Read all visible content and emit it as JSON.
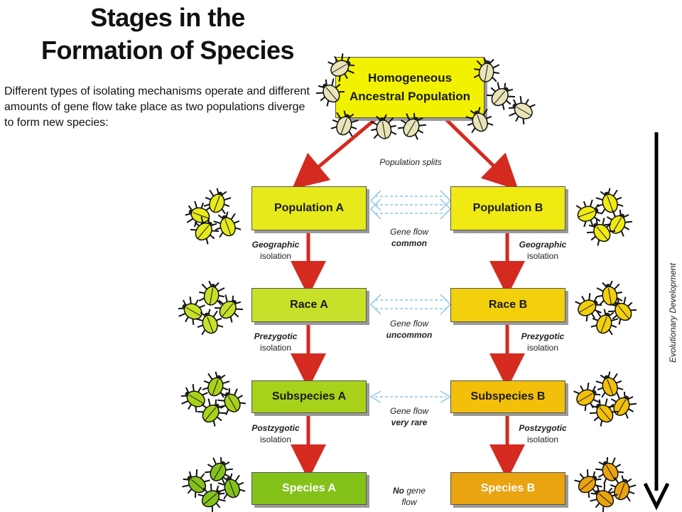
{
  "title": {
    "line1": "Stages in the",
    "line2": "Formation of Species"
  },
  "intro": "Different types of isolating mechanisms operate and different amounts of gene flow take place as two populations diverge to form new species:",
  "root": {
    "line1": "Homogeneous",
    "line2": "Ancestral Population",
    "color": "#f2f200"
  },
  "split_label": "Population splits",
  "left": {
    "population": {
      "label": "Population A",
      "color": "#e6ea1a"
    },
    "race": {
      "label": "Race A",
      "color": "#c9e02a"
    },
    "subspecies": {
      "label": "Subspecies A",
      "color": "#a8d21a"
    },
    "species": {
      "label": "Species A",
      "color": "#84c21a"
    }
  },
  "right": {
    "population": {
      "label": "Population B",
      "color": "#f0ea12"
    },
    "race": {
      "label": "Race B",
      "color": "#f2d00c"
    },
    "subspecies": {
      "label": "Subspecies B",
      "color": "#f2c00a"
    },
    "species": {
      "label": "Species B",
      "color": "#e9a410"
    }
  },
  "isolation": {
    "geographic": {
      "word": "Geographic",
      "suffix": "isolation"
    },
    "prezygotic": {
      "word": "Prezygotic",
      "suffix": "isolation"
    },
    "postzygotic": {
      "word": "Postzygotic",
      "suffix": "isolation"
    }
  },
  "gene_flow": {
    "common": {
      "line1": "Gene flow",
      "line2": "common"
    },
    "uncommon": {
      "line1": "Gene flow",
      "line2": "uncommon"
    },
    "very_rare": {
      "line1": "Gene flow",
      "line2": "very rare"
    },
    "none": {
      "line1a": "No",
      "line1b": " gene",
      "line2": "flow"
    }
  },
  "axis_label": "Evolutionary Development",
  "colors": {
    "arrow": "#d42a20",
    "flow_arrow": "#8fc6ea",
    "beetle_outline": "#111111"
  }
}
